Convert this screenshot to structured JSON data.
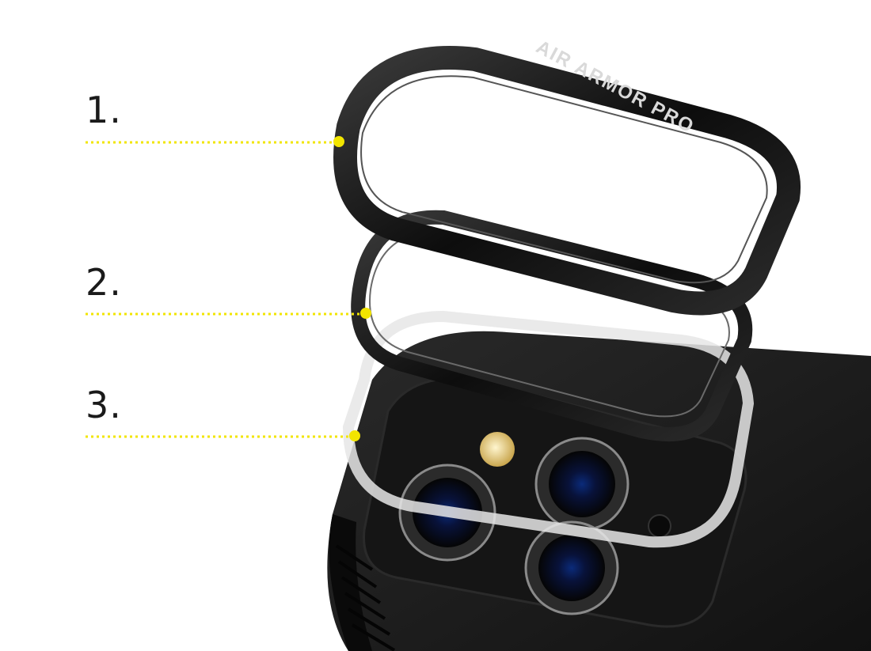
{
  "callouts": [
    {
      "number": "1."
    },
    {
      "number": "2."
    },
    {
      "number": "3."
    }
  ],
  "brand_text": "AIR ARMOR PRO",
  "colors": {
    "callout_line": "#f2e500",
    "frame": "#141414",
    "case": "#1c1c1c"
  }
}
